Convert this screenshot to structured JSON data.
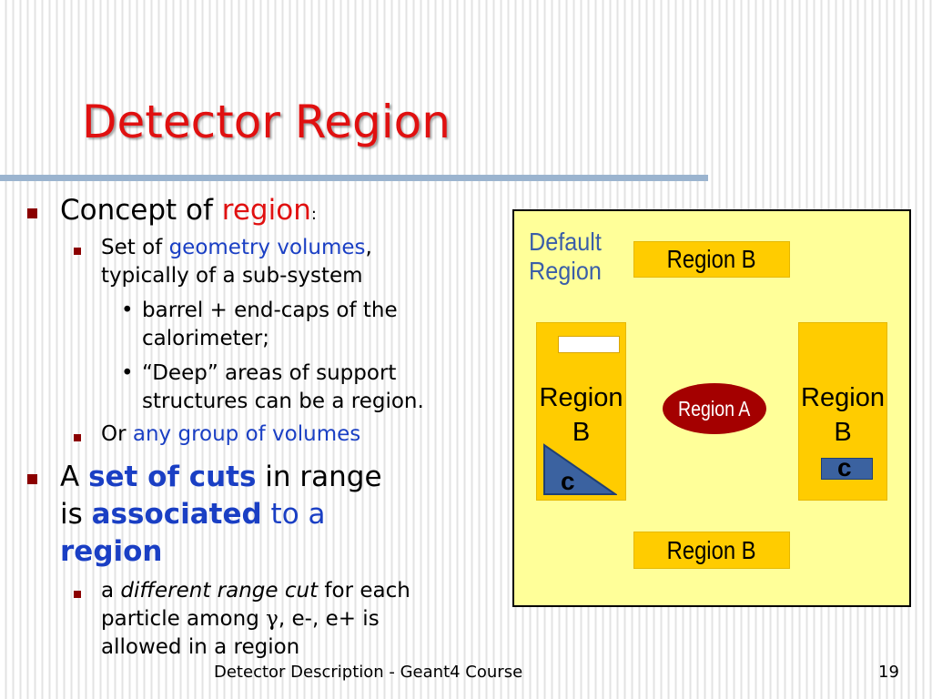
{
  "slide": {
    "title": "Detector Region",
    "bullets": {
      "concept_prefix": "Concept of ",
      "concept_highlight": "region",
      "concept_suffix": ":",
      "set_prefix": "Set of ",
      "set_highlight": "geometry volumes",
      "set_suffix": ",",
      "set_line2": "typically of a sub-system",
      "barrel_line1": "barrel + end-caps of the",
      "barrel_line2": "calorimeter;",
      "deep_line1": "“Deep” areas of support",
      "deep_line2": "structures can be a region.",
      "or_prefix": "Or ",
      "or_highlight": "any group of volumes",
      "cuts_a": "A ",
      "cuts_highlight": "set of cuts",
      "cuts_suffix": " in range",
      "assoc_is": "is ",
      "assoc_highlight": "associated",
      "assoc_to": " to a",
      "assoc_region": "region",
      "diff_a": "a ",
      "diff_italic": "different range cut",
      "diff_suffix": " for each",
      "particle_prefix": "particle among ",
      "particle_gamma": "γ",
      "particle_suffix": ", e-, e+ is",
      "allowed_line": "allowed in a region",
      "sub_bullet_symbol": "•"
    },
    "diagram": {
      "default_region_line1": "Default",
      "default_region_line2": "Region",
      "region_b_top": "Region B",
      "region_b_bottom": "Region B",
      "region_b_left_line1": "Region",
      "region_b_left_line2": "B",
      "region_b_right_line1": "Region",
      "region_b_right_line2": "B",
      "region_a": "Region A",
      "c_left": "c",
      "c_right": "c"
    },
    "footer": {
      "text": "Detector Description - Geant4 Course",
      "page_number": "19"
    },
    "colors": {
      "title": "#e01010",
      "highlight_blue": "#1a3fc4",
      "bullet": "#8b0000",
      "diagram_bg": "#ffff99",
      "region_b": "#ffcc00",
      "region_a": "#a40000"
    }
  }
}
